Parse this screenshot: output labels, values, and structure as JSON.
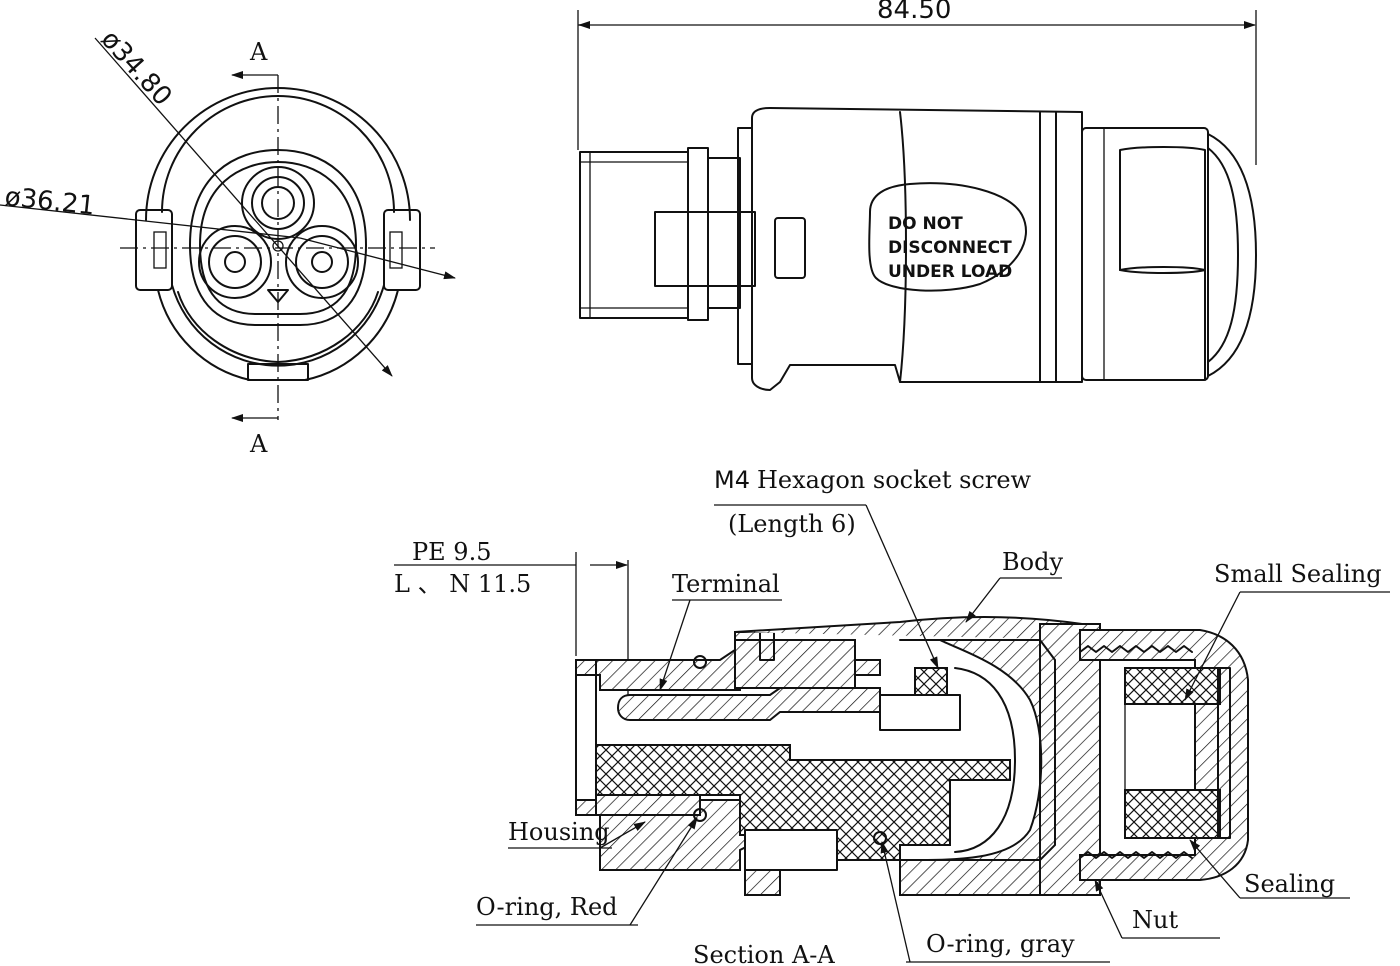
{
  "front_view": {
    "section_mark_top": "A",
    "section_mark_bottom": "A",
    "dim_outer": "ø36.21",
    "dim_inner": "ø34.80"
  },
  "side_view": {
    "overall_length": "84.50",
    "warning_line1": "DO NOT",
    "warning_line2": "DISCONNECT",
    "warning_line3": "UNDER LOAD"
  },
  "section_view": {
    "title": "Section A-A",
    "screw_size": "M4",
    "screw_label": "Hexagon socket screw",
    "screw_length": "(Length 6)",
    "pe_length": "PE 9.5",
    "ln_length": "L 、 N 11.5",
    "labels": {
      "terminal": "Terminal",
      "body": "Body",
      "small_sealing": "Small Sealing",
      "housing": "Housing",
      "oring_red": "O-ring, Red",
      "oring_gray": "O-ring, gray",
      "sealing": "Sealing",
      "nut": "Nut"
    }
  }
}
